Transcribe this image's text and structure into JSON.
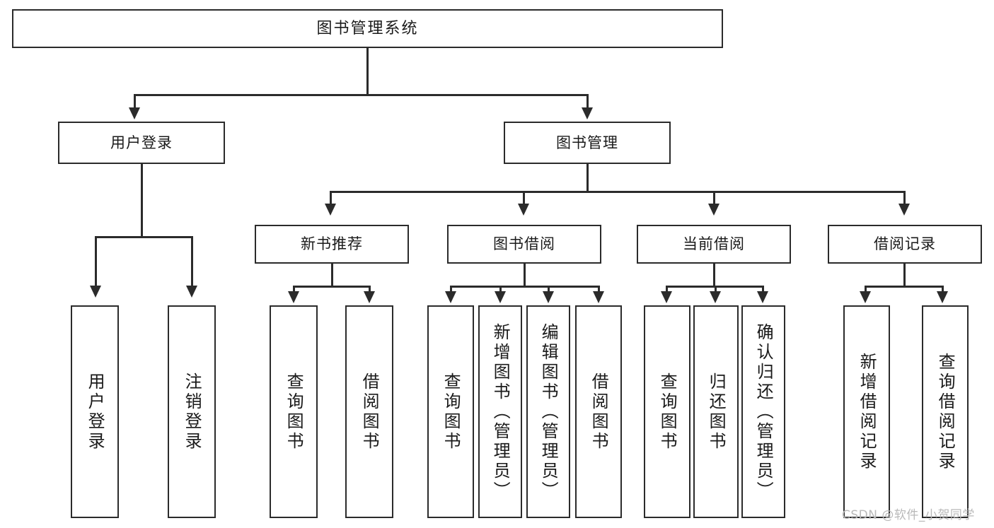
{
  "diagram": {
    "type": "tree",
    "title": "图书管理系统",
    "watermark": "CSDN @软件_小贺同学",
    "colors": {
      "stroke": "#2b2b2b",
      "fill": "#ffffff",
      "text": "#1a1a1a",
      "watermark": "#b9b9b9"
    },
    "levels": 4,
    "root": {
      "label": "图书管理系统"
    },
    "level2": [
      {
        "label": "用户登录"
      },
      {
        "label": "图书管理"
      }
    ],
    "level3": [
      {
        "label": "新书推荐"
      },
      {
        "label": "图书借阅"
      },
      {
        "label": "当前借阅"
      },
      {
        "label": "借阅记录"
      }
    ],
    "leaves": {
      "user_login": [
        {
          "label": "用户登录"
        },
        {
          "label": "注销登录"
        }
      ],
      "new_book": [
        {
          "label": "查询图书"
        },
        {
          "label": "借阅图书"
        }
      ],
      "book_borrow": [
        {
          "label": "查询图书"
        },
        {
          "label": "新增图书（管理员）"
        },
        {
          "label": "编辑图书（管理员）"
        },
        {
          "label": "借阅图书"
        }
      ],
      "current_borrow": [
        {
          "label": "查询图书"
        },
        {
          "label": "归还图书"
        },
        {
          "label": "确认归还（管理员）"
        }
      ],
      "borrow_record": [
        {
          "label": "新增借阅记录"
        },
        {
          "label": "查询借阅记录"
        }
      ]
    }
  }
}
